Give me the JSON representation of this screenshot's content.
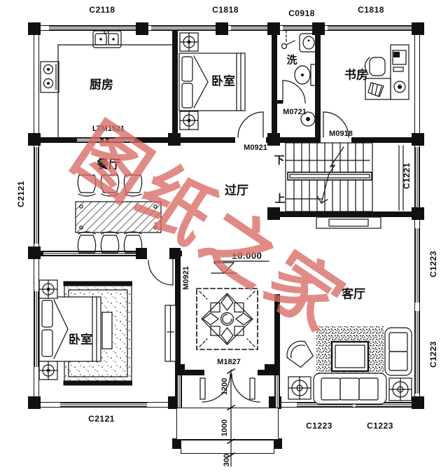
{
  "watermark": {
    "text": "图纸之家",
    "color": "#D96B66"
  },
  "rooms": {
    "kitchen": "厨房",
    "bedroom_top": "卧室",
    "wash": "洗",
    "study": "书房",
    "dining": "餐厅",
    "hall": "过厅",
    "living": "客厅",
    "bedroom_main": "卧室"
  },
  "windows": {
    "c2118": "C2118",
    "c1818_bedroom": "C1818",
    "c0918": "C0918",
    "c1818_study": "C1818",
    "c2121_left": "C2121",
    "c1221": "C1221",
    "c1223_r1": "C1223",
    "c1223_r2": "C1223",
    "c2121_bottom": "C2121",
    "c1223_b1": "C1223",
    "c1223_b2": "C1223"
  },
  "doors": {
    "ltm1521": "LTM1521",
    "m0921_hall": "M0921",
    "m0721": "M0721",
    "m0918": "M0918",
    "m0921_bedroom": "M0921",
    "m1827": "M1827"
  },
  "stairs": {
    "down": "下",
    "up": "上"
  },
  "elevation": "±0.000",
  "dimensions": {
    "d1": "1200",
    "d2": "1000",
    "d3": "300"
  }
}
